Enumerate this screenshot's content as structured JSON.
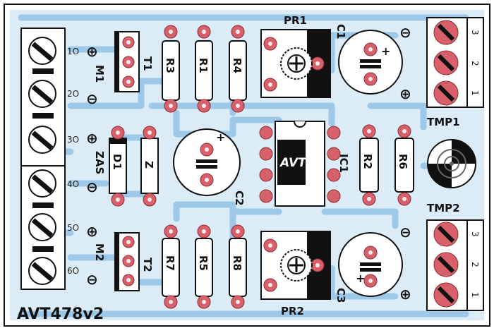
{
  "board": {
    "title": "AVT478v2",
    "colors": {
      "background": "#ffffff",
      "copper_fill": "#dcecf7",
      "trace": "#9dc8e8",
      "pad": "#d8606a",
      "outline": "#111111"
    }
  },
  "components": {
    "PR1": "PR1",
    "PR2": "PR2",
    "C1": "C1",
    "C2": "C2",
    "C3": "C3",
    "T1": "T1",
    "T2": "T2",
    "R1": "R1",
    "R2": "R2",
    "R3": "R3",
    "R4": "R4",
    "R5": "R5",
    "R6": "R6",
    "R7": "R7",
    "R8": "R8",
    "D1": "D1",
    "Z": "Z",
    "IC1": "IC1",
    "TMP1": "TMP1",
    "TMP2": "TMP2"
  },
  "connector_labels": {
    "M1": "M1",
    "ZAS": "ZAS",
    "M2": "M2",
    "pins": [
      "1O",
      "2O",
      "3O",
      "4O",
      "5O",
      "6O"
    ],
    "tmp_pins": [
      "3",
      "2",
      "1"
    ]
  },
  "polarity": {
    "plus": "⊕",
    "minus": "⊖"
  },
  "icons": {
    "ic_logo": "avt-logo-icon",
    "trimmer": "trimmer-potentiometer-icon",
    "screw": "screw-terminal-icon",
    "sensor": "sensor-target-icon"
  }
}
